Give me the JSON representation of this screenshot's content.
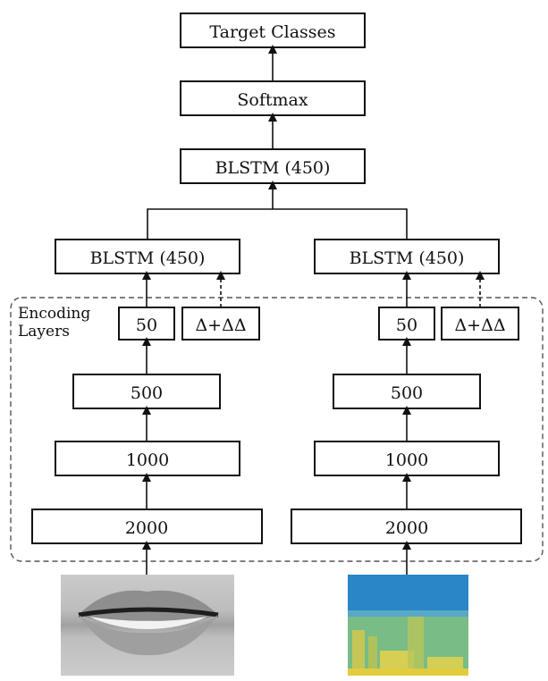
{
  "top": {
    "target_label": "Target Classes",
    "softmax_label": "Softmax",
    "fusion_blstm_label": "BLSTM (450)"
  },
  "encoding_label_line1": "Encoding",
  "encoding_label_line2": "Layers",
  "left_stream": {
    "blstm_label": "BLSTM (450)",
    "bottleneck_label": "50",
    "delta_label": "Δ+ΔΔ",
    "layer_500_label": "500",
    "layer_1000_label": "1000",
    "layer_2000_label": "2000"
  },
  "right_stream": {
    "blstm_label": "BLSTM (450)",
    "bottleneck_label": "50",
    "delta_label": "Δ+ΔΔ",
    "layer_500_label": "500",
    "layer_1000_label": "1000",
    "layer_2000_label": "2000"
  },
  "colors": {
    "stroke": "#111111",
    "lips_gray": "#b8b8b8",
    "spectrogram_blue": "#2f8fd0",
    "spectrogram_green": "#7cc47c",
    "spectrogram_yellow": "#e8d24a"
  },
  "inputs": {
    "left_image_icon": "mouth-image-icon",
    "right_image_icon": "spectrogram-image-icon"
  }
}
